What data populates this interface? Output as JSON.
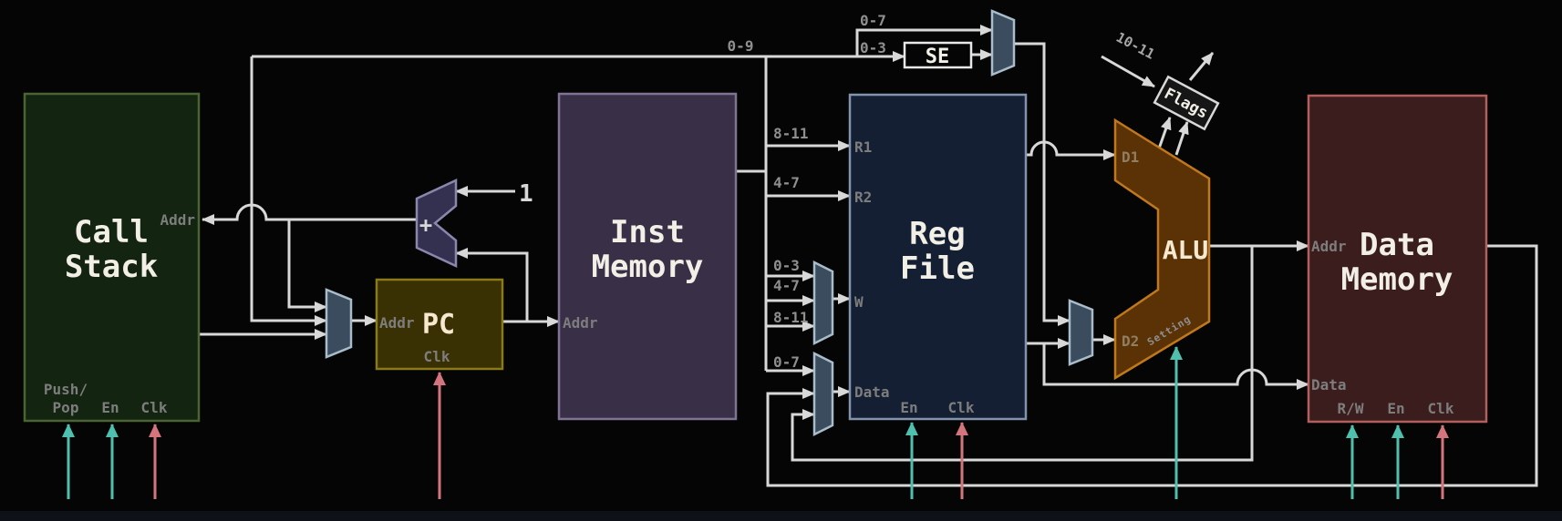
{
  "colors": {
    "background": "#050505",
    "wire": "#d8d8d8",
    "label_gray": "#8f8f8f",
    "port_gray": "#7d7d7d",
    "bits_gray": "#a5a5a5",
    "title_white": "#f1efe6",
    "title_cream": "#f6e9cf",
    "teal": "#4ec0ad",
    "pink": "#d4757e",
    "call_stack_fill": "#132410",
    "call_stack_stroke": "#4a6434",
    "pc_fill": "#393103",
    "pc_stroke": "#8a7a1c",
    "inst_fill": "#393048",
    "inst_stroke": "#7f7494",
    "reg_fill": "#141f33",
    "reg_stroke": "#8193ad",
    "alu_fill": "#5a3205",
    "alu_stroke": "#c1781c",
    "alu_port": "#8f7f64",
    "data_fill": "#3c1d1d",
    "data_stroke": "#b25f5f",
    "mux_fill": "#3b4c5e",
    "mux_stroke": "#a8bcca",
    "adder_fill": "#34304f",
    "adder_stroke": "#8a87ad",
    "se_fill": "#050505",
    "se_stroke": "#e8e8e8",
    "flags_fill": "#161616",
    "flags_stroke": "#d8d8d8"
  },
  "blocks": {
    "call_stack": {
      "title_line1": "Call",
      "title_line2": "Stack",
      "port_addr": "Addr",
      "port_push_line1": "Push/",
      "port_push_line2": "Pop",
      "port_en": "En",
      "port_clk": "Clk"
    },
    "pc": {
      "title": "PC",
      "port_addr": "Addr",
      "port_clk": "Clk"
    },
    "adder": {
      "op": "+",
      "constant": "1"
    },
    "inst_memory": {
      "title_line1": "Inst",
      "title_line2": "Memory",
      "port_addr": "Addr"
    },
    "reg_file": {
      "title_line1": "Reg",
      "title_line2": "File",
      "port_r1": "R1",
      "port_r2": "R2",
      "port_w": "W",
      "port_data": "Data",
      "port_en": "En",
      "port_clk": "Clk"
    },
    "alu": {
      "title": "ALU",
      "port_d1": "D1",
      "port_d2": "D2",
      "port_setting": "Setting"
    },
    "se": {
      "label": "SE"
    },
    "flags": {
      "label": "Flags",
      "bits_label": "10-11"
    },
    "data_memory": {
      "title_line1": "Data",
      "title_line2": "Memory",
      "port_addr": "Addr",
      "port_data": "Data",
      "port_rw": "R/W",
      "port_en": "En",
      "port_clk": "Clk"
    }
  },
  "wire_labels": {
    "jump_bits": "0-9",
    "imm_high": "0-7",
    "imm_low": "0-3",
    "r1_bits": "8-11",
    "r2_bits": "4-7",
    "w_bits_a": "0-3",
    "w_bits_b": "4-7",
    "w_bits_c": "8-11",
    "data_bits": "0-7"
  }
}
